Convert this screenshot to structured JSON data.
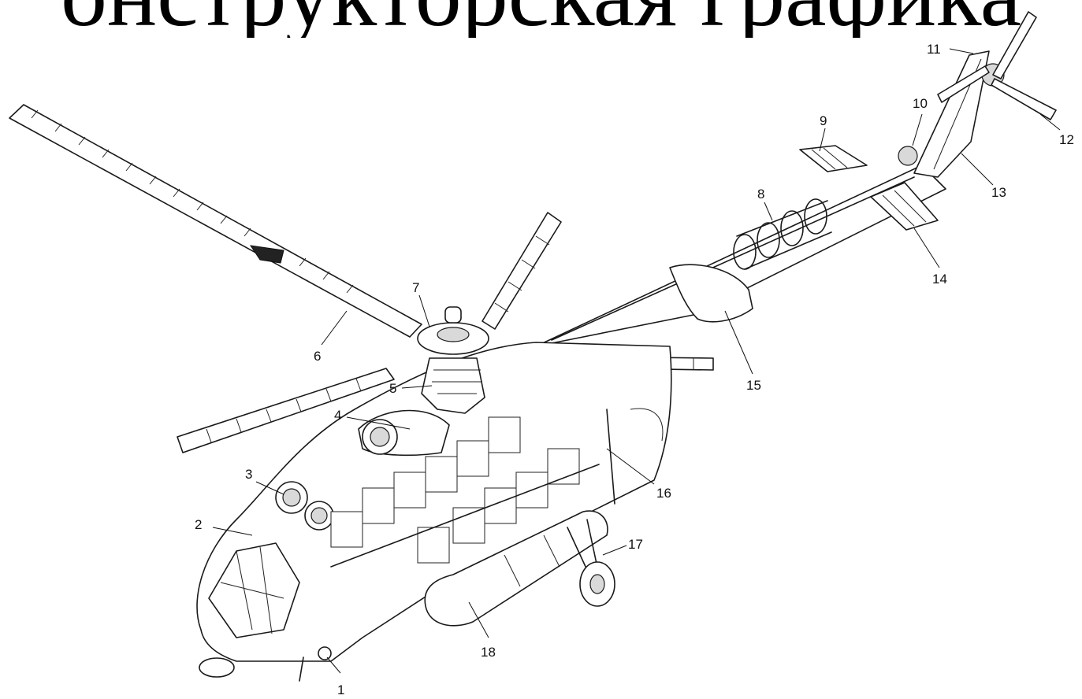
{
  "title": "онструкторская графика",
  "callouts": [
    "1",
    "2",
    "3",
    "4",
    "5",
    "6",
    "7",
    "8",
    "9",
    "10",
    "11",
    "12",
    "13",
    "14",
    "15",
    "16",
    "17",
    "18"
  ]
}
